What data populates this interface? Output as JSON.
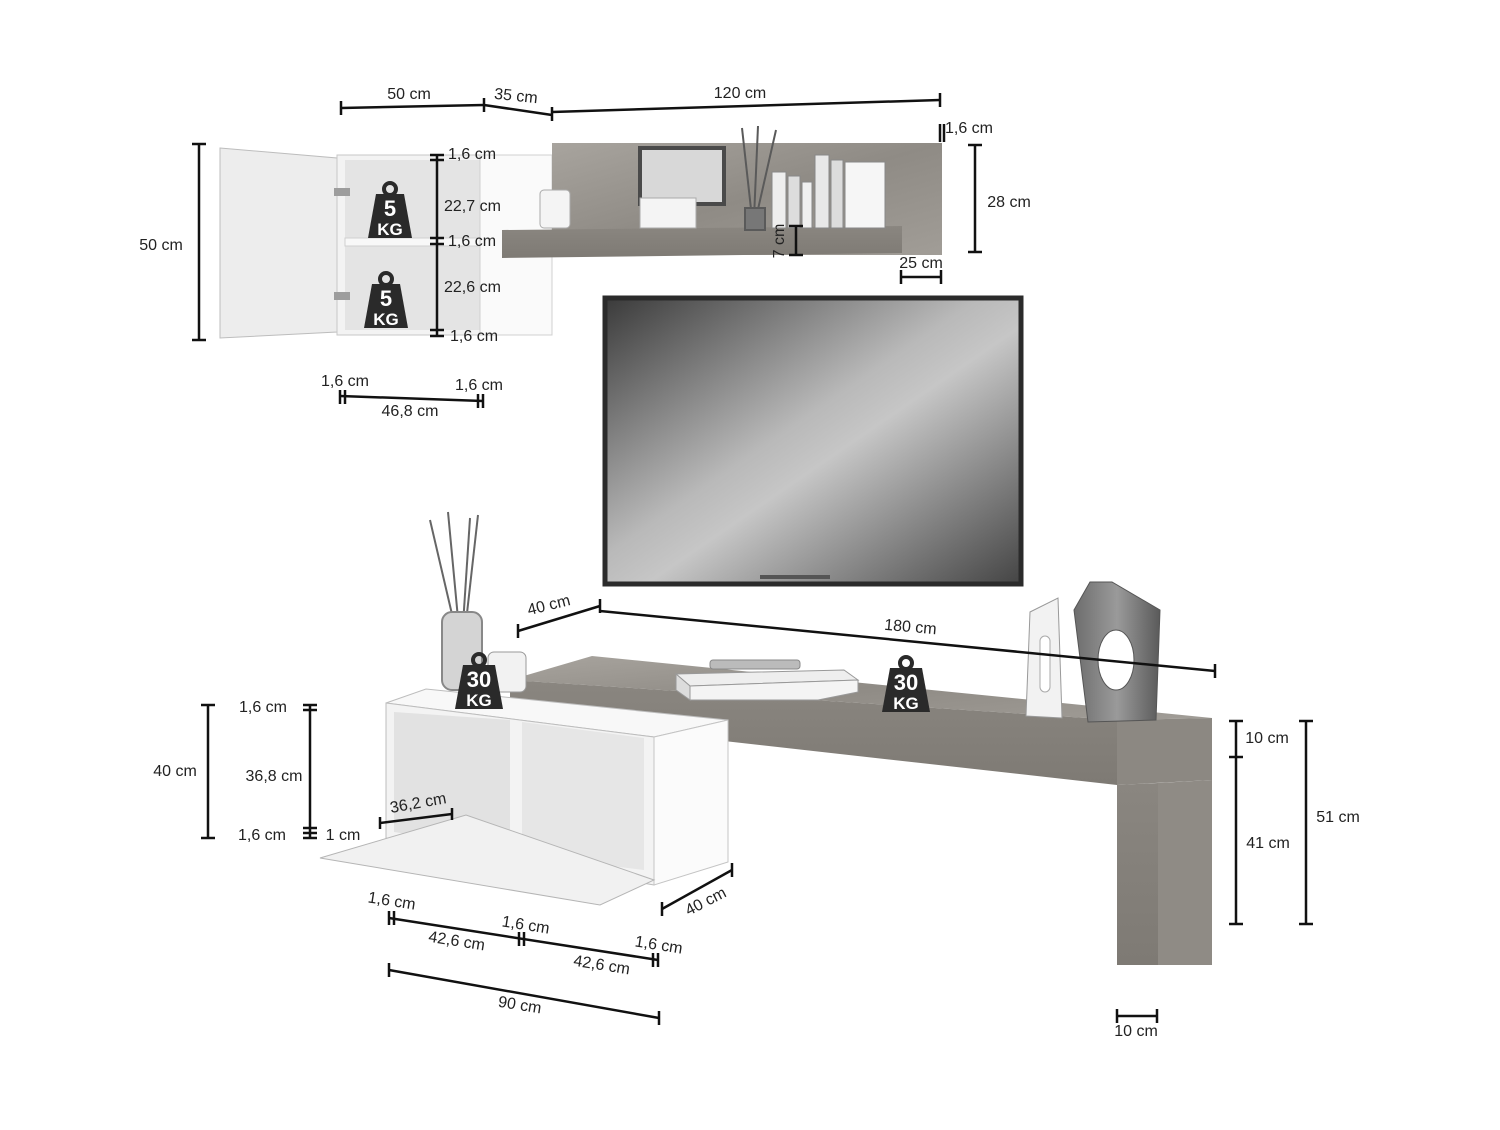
{
  "wall_cabinet": {
    "width": "50 cm",
    "height": "50 cm",
    "top_panel": "1,6 cm",
    "upper_compartment": "22,7 cm",
    "middle_shelf": "1,6 cm",
    "lower_compartment": "22,6 cm",
    "bottom_panel": "1,6 cm",
    "side_left": "1,6 cm",
    "side_right": "1,6 cm",
    "inner_width": "46,8 cm",
    "upper_load": {
      "num": "5",
      "unit": "KG"
    },
    "lower_load": {
      "num": "5",
      "unit": "KG"
    }
  },
  "wall_shelf": {
    "gap": "35 cm",
    "width": "120 cm",
    "panel_thickness": "1,6 cm",
    "height": "28 cm",
    "shelf_thickness": "7 cm",
    "depth": "25 cm"
  },
  "low_cabinet": {
    "height": "40 cm",
    "top_panel": "1,6 cm",
    "inner_height": "36,8 cm",
    "bottom_panel": "1,6 cm",
    "base_gap": "1 cm",
    "door_inner": "36,2 cm",
    "depth": "40 cm",
    "side_left": "1,6 cm",
    "compartment_left": "42,6 cm",
    "divider": "1,6 cm",
    "compartment_right": "42,6 cm",
    "side_right": "1,6 cm",
    "width": "90 cm",
    "load": {
      "num": "30",
      "unit": "KG"
    }
  },
  "tv_bench": {
    "depth": "40 cm",
    "length": "180 cm",
    "top_thickness": "10 cm",
    "leg_height": "41 cm",
    "total_height": "51 cm",
    "leg_width": "10 cm",
    "load": {
      "num": "30",
      "unit": "KG"
    }
  },
  "colors": {
    "wood": "#9a9690",
    "white_panel": "#f6f6f6",
    "line": "#111111",
    "badge": "#2a2a2a"
  }
}
